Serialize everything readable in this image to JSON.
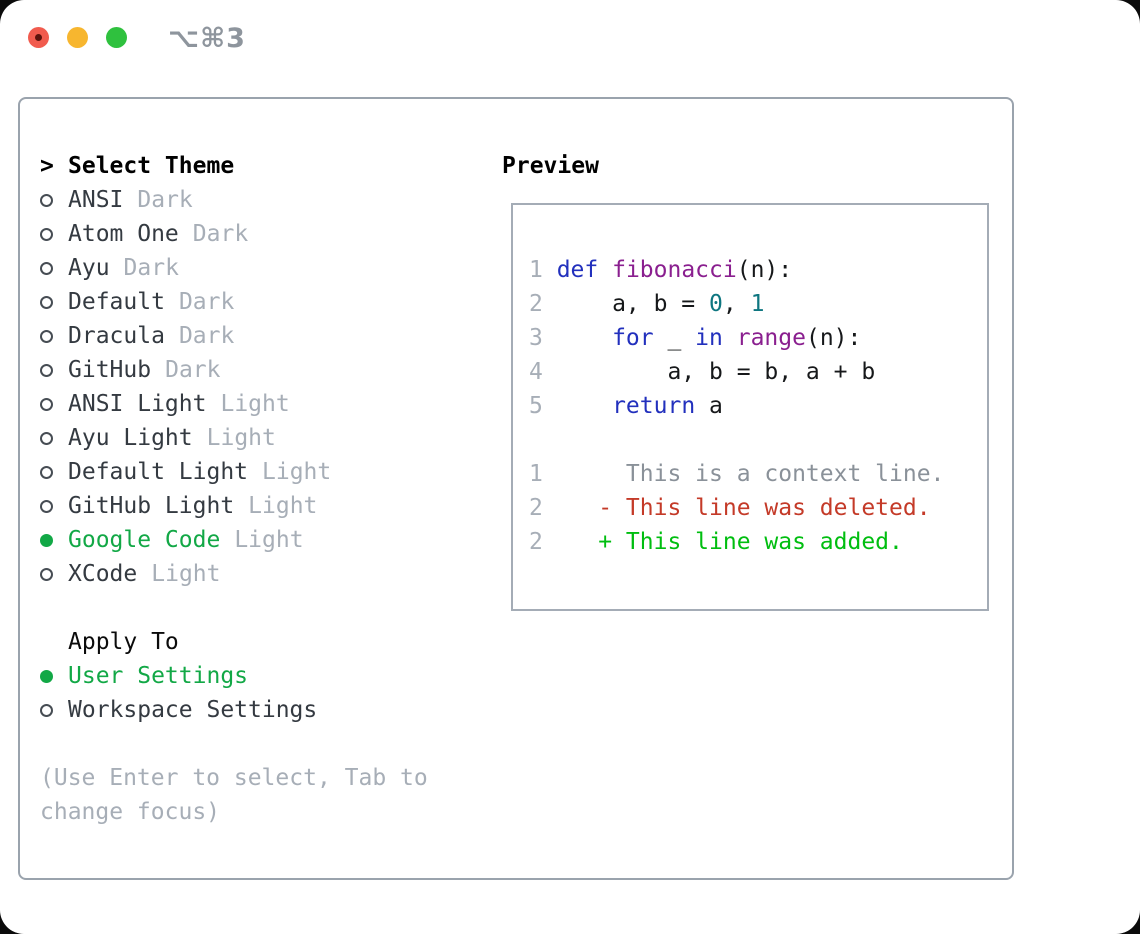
{
  "titlebar": {
    "shortcut": "⌥⌘3"
  },
  "theme_selector": {
    "title": "Select Theme",
    "prompt": ">",
    "themes": [
      {
        "name": "ANSI",
        "variant": "Dark",
        "selected": false
      },
      {
        "name": "Atom One",
        "variant": "Dark",
        "selected": false
      },
      {
        "name": "Ayu",
        "variant": "Dark",
        "selected": false
      },
      {
        "name": "Default",
        "variant": "Dark",
        "selected": false
      },
      {
        "name": "Dracula",
        "variant": "Dark",
        "selected": false
      },
      {
        "name": "GitHub",
        "variant": "Dark",
        "selected": false
      },
      {
        "name": "ANSI Light",
        "variant": "Light",
        "selected": false
      },
      {
        "name": "Ayu Light",
        "variant": "Light",
        "selected": false
      },
      {
        "name": "Default Light",
        "variant": "Light",
        "selected": false
      },
      {
        "name": "GitHub Light",
        "variant": "Light",
        "selected": false
      },
      {
        "name": "Google Code",
        "variant": "Light",
        "selected": true
      },
      {
        "name": "XCode",
        "variant": "Light",
        "selected": false
      }
    ]
  },
  "apply_to": {
    "title": "Apply To",
    "options": [
      {
        "name": "User Settings",
        "selected": true
      },
      {
        "name": "Workspace Settings",
        "selected": false
      }
    ]
  },
  "help": {
    "line1": "(Use Enter to select, Tab to",
    "line2": "change focus)"
  },
  "preview": {
    "title": "Preview",
    "lines": [
      {
        "num": "1",
        "tokens": [
          {
            "t": "def",
            "c": "kwd"
          },
          {
            "t": " ",
            "c": "pln"
          },
          {
            "t": "fibonacci",
            "c": "typ"
          },
          {
            "t": "(n):",
            "c": "pln"
          }
        ]
      },
      {
        "num": "2",
        "tokens": [
          {
            "t": "    a, b = ",
            "c": "pln"
          },
          {
            "t": "0",
            "c": "lit"
          },
          {
            "t": ", ",
            "c": "pln"
          },
          {
            "t": "1",
            "c": "lit"
          }
        ]
      },
      {
        "num": "3",
        "tokens": [
          {
            "t": "    ",
            "c": "pln"
          },
          {
            "t": "for",
            "c": "kwd"
          },
          {
            "t": " _ ",
            "c": "pln"
          },
          {
            "t": "in",
            "c": "kwd"
          },
          {
            "t": " ",
            "c": "pln"
          },
          {
            "t": "range",
            "c": "typ"
          },
          {
            "t": "(n):",
            "c": "pln"
          }
        ]
      },
      {
        "num": "4",
        "tokens": [
          {
            "t": "        a, b = b, a + b",
            "c": "pln"
          }
        ]
      },
      {
        "num": "5",
        "tokens": [
          {
            "t": "    ",
            "c": "pln"
          },
          {
            "t": "return",
            "c": "kwd"
          },
          {
            "t": " a",
            "c": "pln"
          }
        ]
      },
      {
        "num": "",
        "tokens": []
      },
      {
        "num": "1",
        "tokens": [
          {
            "t": "     This is a context line.",
            "c": "ctx"
          }
        ]
      },
      {
        "num": "2",
        "tokens": [
          {
            "t": "   - This line was deleted.",
            "c": "del"
          }
        ]
      },
      {
        "num": "2",
        "tokens": [
          {
            "t": "   + This line was added.",
            "c": "add"
          }
        ]
      }
    ]
  },
  "colors": {
    "accent_green": "#12a846",
    "diff_added": "#00be10",
    "diff_deleted": "#c43a28",
    "keyword_blue": "#2230bd",
    "function_purple": "#8a1f8f",
    "number_teal": "#0e7680",
    "muted_gray": "#a7aeb7",
    "context_gray": "#8a9199",
    "text_dark": "#343a41",
    "border_gray": "#9aa3ad",
    "shortcut_gray": "#8e959d",
    "traffic_red": "#f15b4e",
    "traffic_yellow": "#f7b62f",
    "traffic_green": "#2fc13e"
  }
}
